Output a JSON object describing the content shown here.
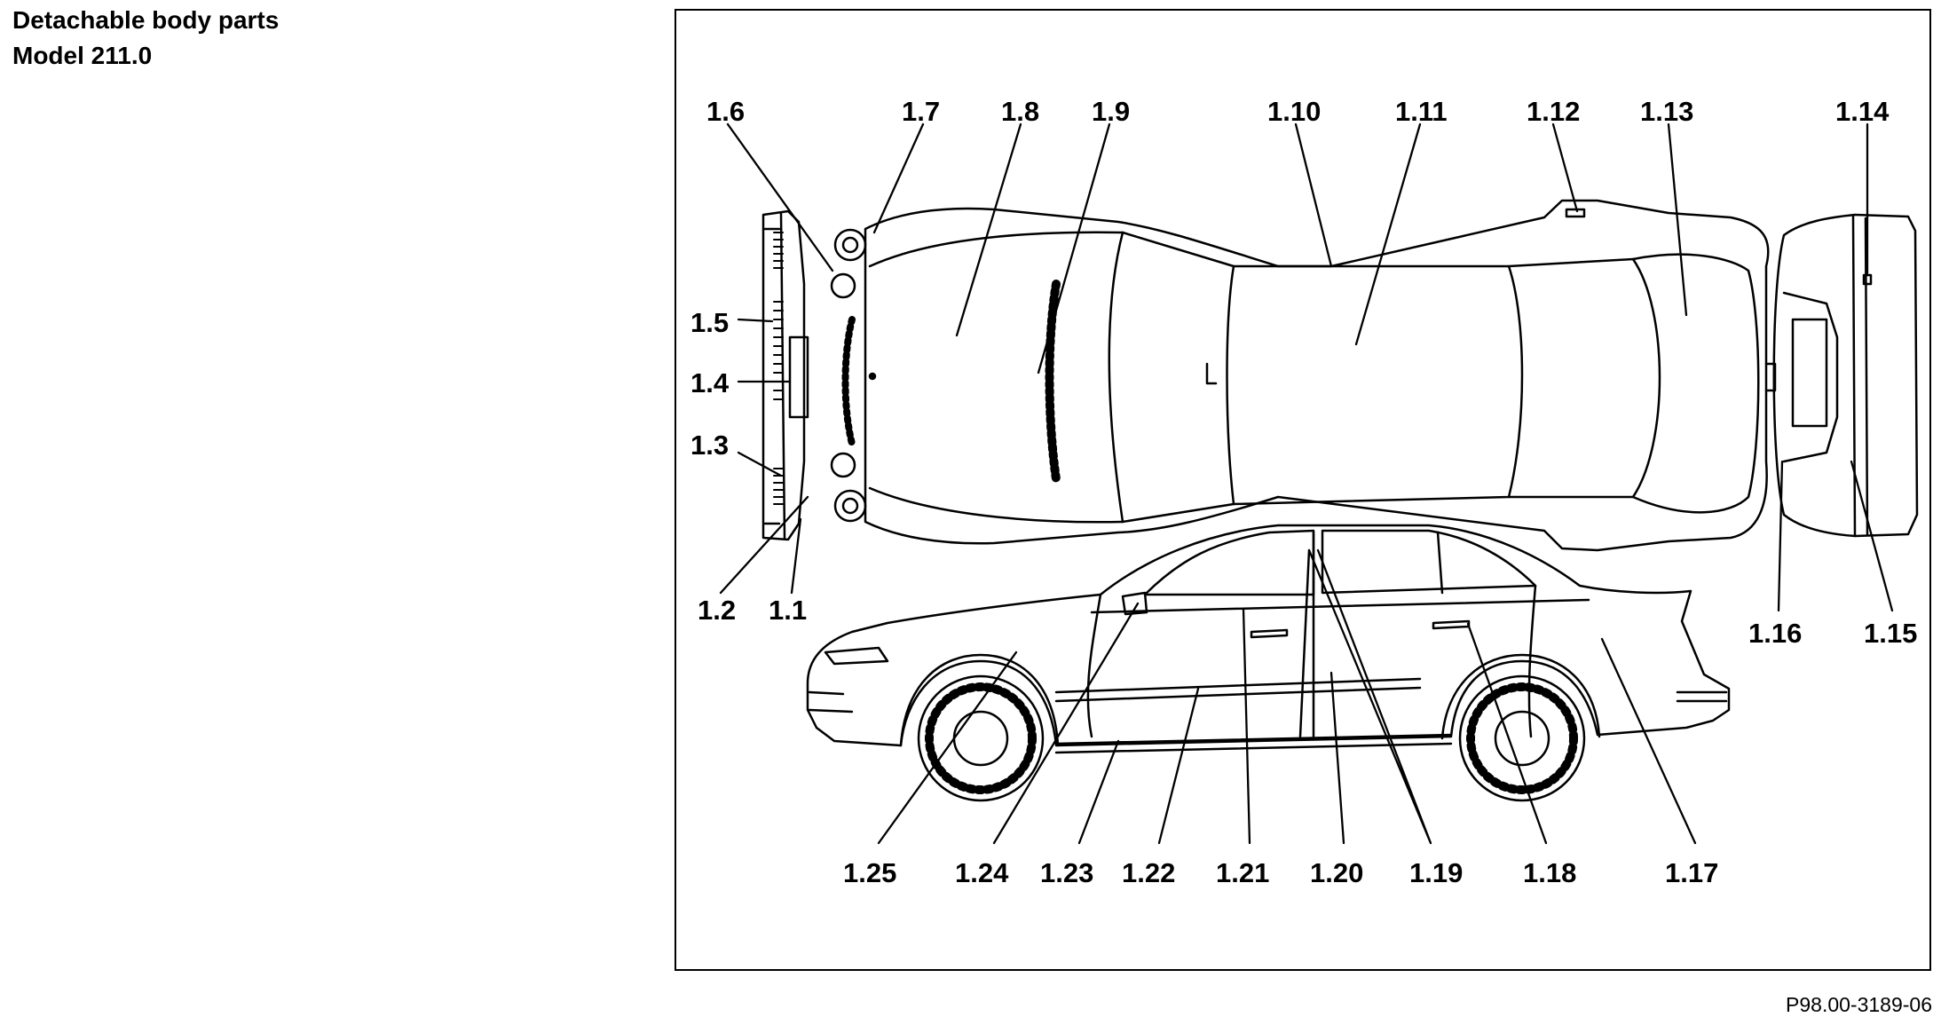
{
  "header": {
    "title": "Detachable body parts",
    "subtitle": "Model 211.0"
  },
  "figure": {
    "reference": "P98.00-3189-06",
    "labels": {
      "l1_1": "1.1",
      "l1_2": "1.2",
      "l1_3": "1.3",
      "l1_4": "1.4",
      "l1_5": "1.5",
      "l1_6": "1.6",
      "l1_7": "1.7",
      "l1_8": "1.8",
      "l1_9": "1.9",
      "l1_10": "1.10",
      "l1_11": "1.11",
      "l1_12": "1.12",
      "l1_13": "1.13",
      "l1_14": "1.14",
      "l1_15": "1.15",
      "l1_16": "1.16",
      "l1_17": "1.17",
      "l1_18": "1.18",
      "l1_19": "1.19",
      "l1_20": "1.20",
      "l1_21": "1.21",
      "l1_22": "1.22",
      "l1_23": "1.23",
      "l1_24": "1.24",
      "l1_25": "1.25"
    }
  }
}
